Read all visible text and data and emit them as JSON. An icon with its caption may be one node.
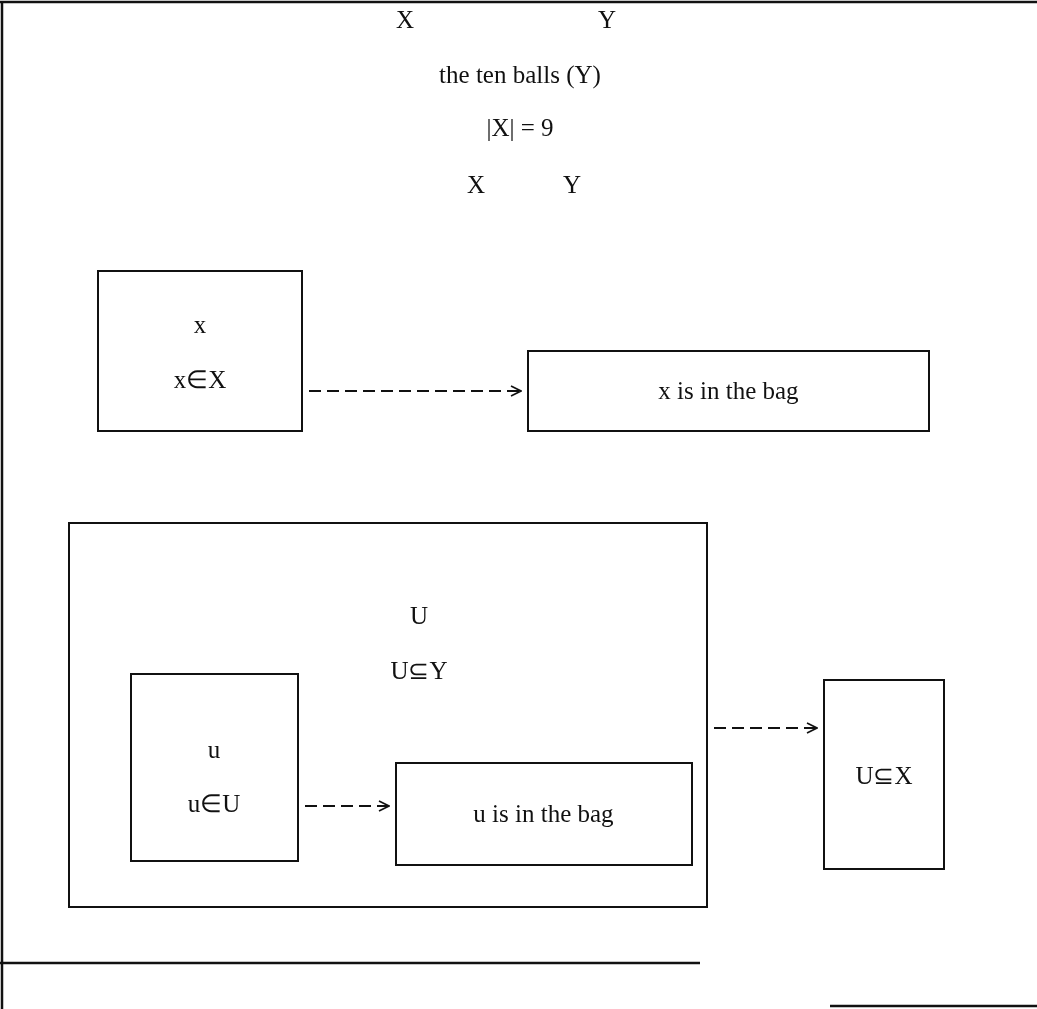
{
  "diagram": {
    "nodes": [
      {
        "text": [
          "x",
          "x∈X"
        ]
      },
      {
        "text": [
          "x is in the bag"
        ]
      },
      {
        "text": [
          "U",
          "U⊆Y"
        ]
      },
      {
        "text": [
          "u",
          "u∈U"
        ],
        "in": 2
      },
      {
        "text": [
          "u is in the bag"
        ],
        "in": 2
      },
      {
        "text": [
          "U⊆X"
        ]
      }
    ],
    "edges": [
      {
        "from": 0,
        "to": 1,
        "arrow": "to"
      },
      {
        "from": 3,
        "to": 4,
        "arrow": "to"
      },
      {
        "from": 2,
        "to": 5,
        "arrow": "to"
      }
    ],
    "labels": [
      "X",
      "Y",
      "the ten balls (Y)",
      "|X| = 9",
      "X",
      "Y"
    ]
  }
}
